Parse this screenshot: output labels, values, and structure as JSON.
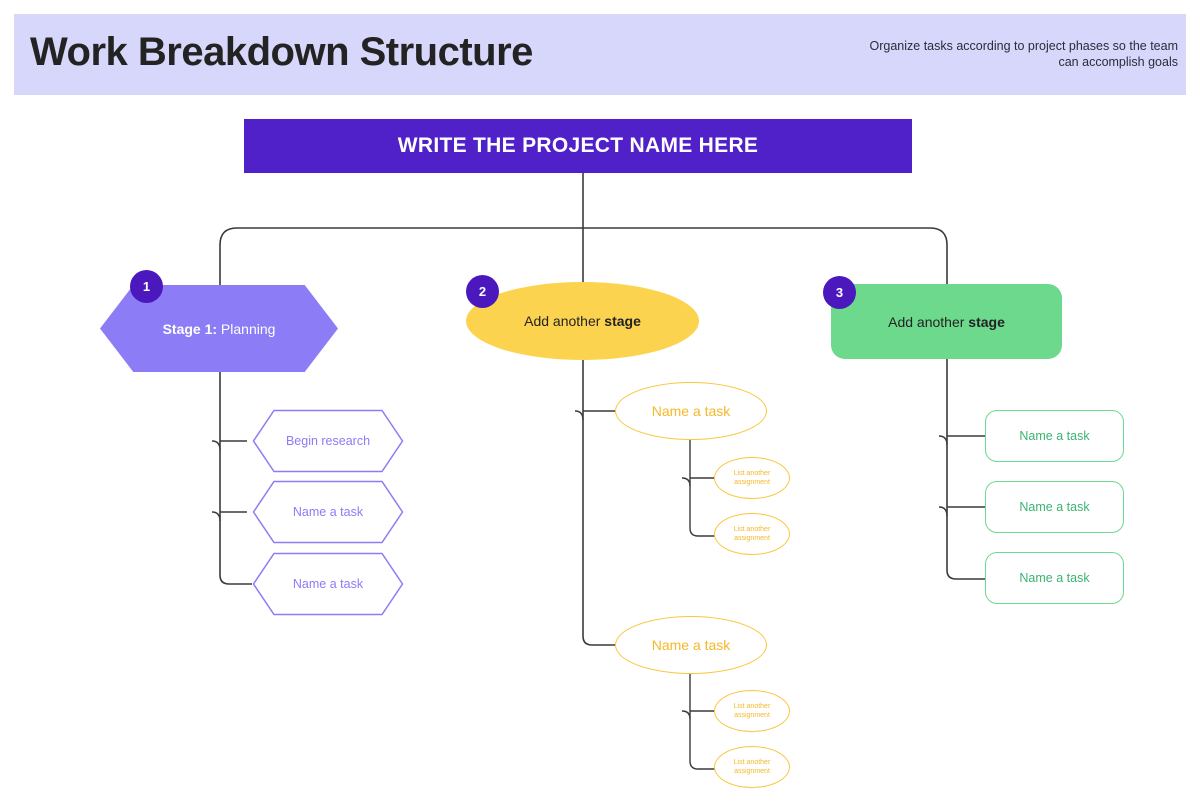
{
  "header": {
    "title": "Work Breakdown Structure",
    "subtitle": "Organize tasks according to project phases so the team can accomplish goals",
    "band_color": "#d7d7fb"
  },
  "root": {
    "label": "WRITE THE PROJECT NAME HERE",
    "color": "#5020c8"
  },
  "stages": [
    {
      "badge": "1",
      "label_bold": "Stage 1:",
      "label_rest": " Planning",
      "shape": "hexagon",
      "color": "#8c7cf5",
      "tasks": [
        {
          "label": "Begin research",
          "subtasks": []
        },
        {
          "label": "Name a task",
          "subtasks": []
        },
        {
          "label": "Name a task",
          "subtasks": []
        }
      ]
    },
    {
      "badge": "2",
      "label_rest": "Add another ",
      "label_bold": "stage",
      "shape": "ellipse",
      "color": "#fcd34f",
      "tasks": [
        {
          "label": "Name a task",
          "subtasks": [
            {
              "line1": "List another",
              "line2": "assignment"
            },
            {
              "line1": "List another",
              "line2": "assignment"
            }
          ]
        },
        {
          "label": "Name a task",
          "subtasks": [
            {
              "line1": "List another",
              "line2": "assignment"
            },
            {
              "line1": "List another",
              "line2": "assignment"
            }
          ]
        }
      ]
    },
    {
      "badge": "3",
      "label_rest": "Add another ",
      "label_bold": "stage",
      "shape": "rounded-rect",
      "color": "#6cd98d",
      "tasks": [
        {
          "label": "Name a task",
          "subtasks": []
        },
        {
          "label": "Name a task",
          "subtasks": []
        },
        {
          "label": "Name a task",
          "subtasks": []
        }
      ]
    }
  ],
  "badge_color": "#4a18bd",
  "connector_color": "#3a3a3a"
}
